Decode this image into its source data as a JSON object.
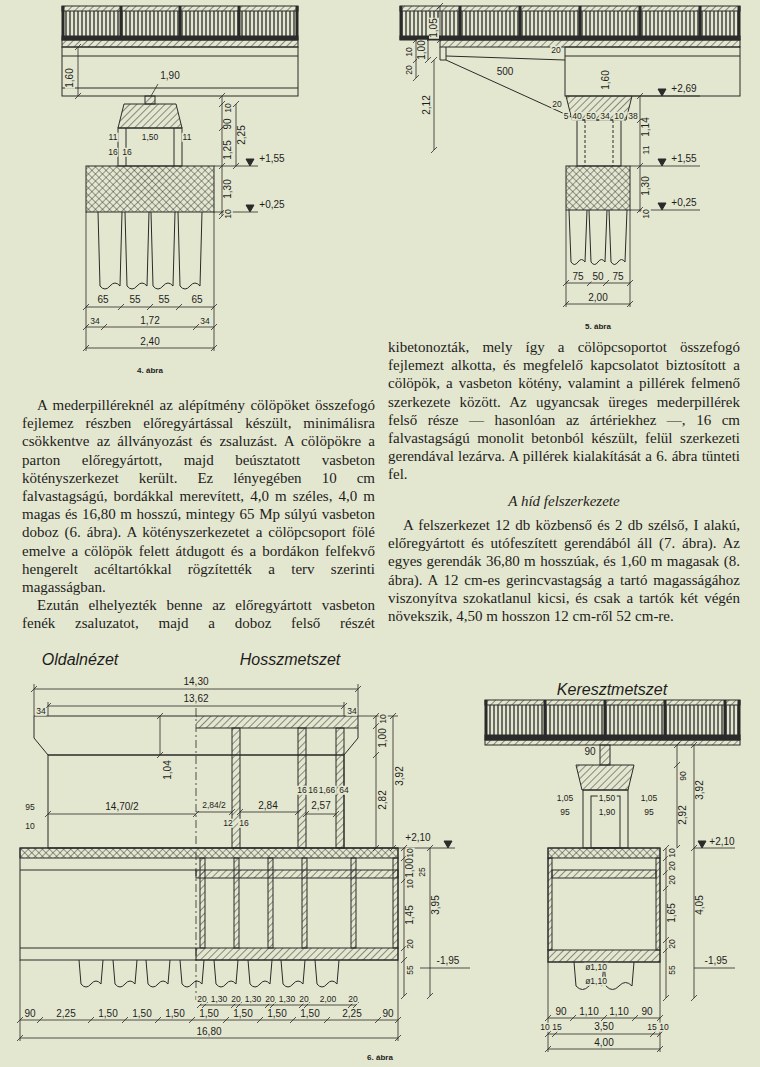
{
  "diagram": {
    "labels": [
      "1,60",
      "1,90",
      "11",
      "1,50",
      "11",
      "10",
      "90",
      "16",
      "16",
      "1,25",
      "2,25",
      "+1,55",
      "1,30",
      "+0,25",
      "10",
      "65",
      "55",
      "55",
      "65",
      "34",
      "1,72",
      "34",
      "2,40",
      "4. ábra",
      "10",
      "20",
      "1,00",
      "1,05",
      "20",
      "1,60",
      "500",
      "20",
      "2,12",
      "+2,69",
      "5",
      "40",
      "50",
      "34",
      "10",
      "38",
      "1,14",
      "11",
      "+1,55",
      "1,30",
      "+0,25",
      "10",
      "75",
      "50",
      "75",
      "2,00",
      "5. ábra",
      "A mederpilléreknél az alépítmény cölöpöket összefogó fejlemez részben előregyártással készült, minimálisra csökkentve az állványozást és zsaluzást. A cölöpökre a parton előregyártott, majd beúsztatott vasbeton kötényszerkezet került. Ez lényegében 10 cm falvastagságú, bordákkal merevített, 4,0 m széles, 4,0 m magas és 16,80 m hosszú, mintegy 65 Mp súlyú vasbeton doboz (6. ábra). A kötényszerkezetet a cölöpcsoport fölé emelve a cölöpök felett átdugott és a bordákon felfekvő hengerelt acéltartókkal rögzítették a terv szerinti magasságban.",
      "Ezután elhelyezték benne az előregyártott vasbeton fenék zsaluzatot, majd a doboz felső részét",
      "kibetonozták, mely így a cölöpcsoportot összefogó fejlemezt alkotta, és megfelelő kapcsolatot biztosított a cölöpök, a vasbeton kötény, valamint a pillérek felmenő szerkezete között. Az ugyancsak üreges mederpillérek felső része — hasonlóan az ártériekhez —, 16 cm falvastagságú monolit betonból készült, felül szerkezeti gerendával lezárva. A pillérek kialakítását a 6. ábra tünteti fel.",
      "A híd felszerkezete",
      "A felszerkezet 12 db közbenső és 2 db szélső, I alakú, előregyártott és utófeszített gerendából áll (7. ábra). Az egyes gerendák 36,80 m hosszúak, és 1,60 m magasak (8. ábra). A 12 cm-es gerincvastagság a tartó magasságához viszonyítva szokatlanul kicsi, és csak a tartók két végén növekszik, 4,50 m hosszon 12 cm-ről 52 cm-re.",
      "Oldalnézet",
      "Hosszmetszet",
      "14,30",
      "13,62",
      "34",
      "34",
      "1,04",
      "10",
      "1,00",
      "95",
      "10",
      "14,70/2",
      "2,84/2",
      "2,84",
      "16",
      "16",
      "1,66",
      "64",
      "2,57",
      "12",
      "16",
      "2,82",
      "3,92",
      "+2,10",
      "10",
      "1,00",
      "10",
      "25",
      "1,45",
      "3,95",
      "20",
      "55",
      "-1,95",
      "20",
      "1,30",
      "20",
      "1,30",
      "20",
      "1,30",
      "20",
      "2,00",
      "20",
      "90",
      "2,25",
      "1,50",
      "1,50",
      "1,50",
      "1,50",
      "1,50",
      "1,50",
      "1,50",
      "2,25",
      "90",
      "16,80",
      "Keresztmetszet",
      "90",
      "1,05",
      "1,50",
      "1,05",
      "95",
      "1,90",
      "95",
      "90",
      "2,92",
      "3,92",
      "+2,10",
      "10",
      "20",
      "20",
      "1,65",
      "4,05",
      "20",
      "55",
      "-1,95",
      "ø1,10",
      "ø1,10",
      "90",
      "1,10",
      "1,10",
      "90",
      "10",
      "15",
      "3,50",
      "15",
      "10",
      "4,00",
      "6. ábra"
    ]
  }
}
